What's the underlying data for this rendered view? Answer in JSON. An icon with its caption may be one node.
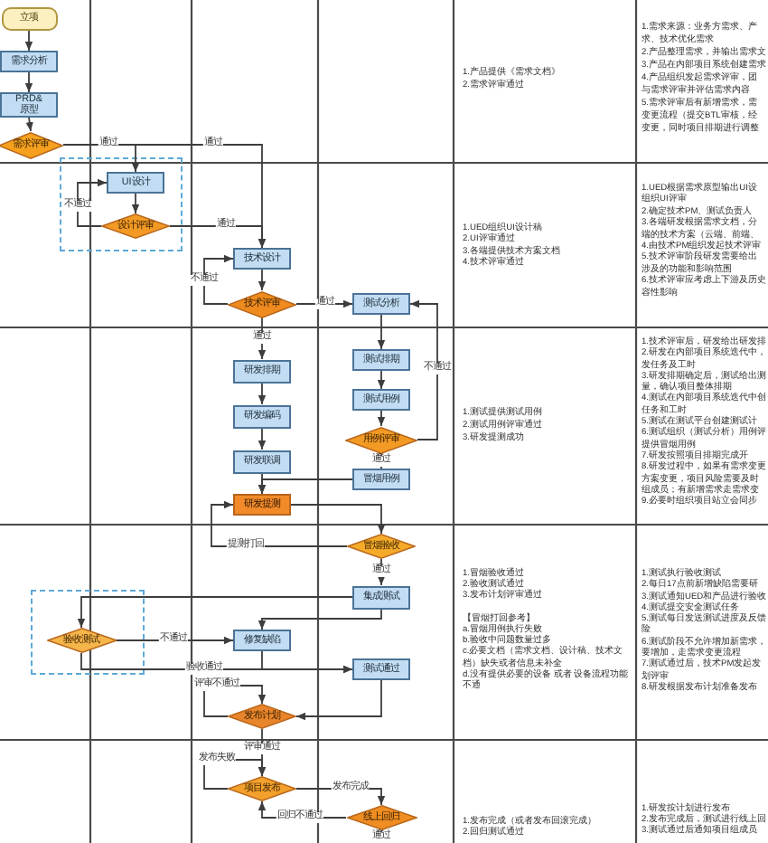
{
  "diagram": {
    "nodes": [
      {
        "text": [
          "立项"
        ]
      },
      {
        "text": [
          "需求分析"
        ]
      },
      {
        "text": [
          "PRD&原型"
        ]
      },
      {
        "text": [
          "需求评审"
        ]
      },
      {
        "text": [],
        "shape": "box"
      },
      {
        "text": [
          "UI设计"
        ],
        "in": 4
      },
      {
        "text": [
          "设计评审"
        ],
        "in": 4
      },
      {
        "text": [
          "技术设计"
        ]
      },
      {
        "text": [
          "技术评审"
        ]
      },
      {
        "text": [
          "测试分析"
        ]
      },
      {
        "text": [
          "研发排期"
        ]
      },
      {
        "text": [
          "测试排期"
        ]
      },
      {
        "text": [
          "研发编码"
        ]
      },
      {
        "text": [
          "测试用例"
        ]
      },
      {
        "text": [
          "用例评审"
        ]
      },
      {
        "text": [
          "研发联调"
        ]
      },
      {
        "text": [
          "冒烟用例"
        ]
      },
      {
        "text": [
          "研发提测"
        ]
      },
      {
        "text": [
          "冒烟验收"
        ]
      },
      {
        "text": [
          "集成测试"
        ]
      },
      {
        "text": [],
        "shape": "box"
      },
      {
        "text": [
          "验收测试"
        ],
        "in": 20
      },
      {
        "text": [
          "修复缺陷"
        ]
      },
      {
        "text": [
          "测试通过"
        ]
      },
      {
        "text": [
          "发布计划"
        ]
      },
      {
        "text": [
          "项目发布"
        ]
      },
      {
        "text": [
          "线上回归"
        ]
      }
    ],
    "edges": [
      {
        "from": 0,
        "to": 1,
        "arrow": "to"
      },
      {
        "from": 1,
        "to": 2,
        "arrow": "to"
      },
      {
        "from": 2,
        "to": 3,
        "arrow": "to"
      },
      {
        "from": 3,
        "to": 5,
        "arrow": "to",
        "label": "通过"
      },
      {
        "from": 3,
        "to": 7,
        "arrow": "to",
        "label": "通过"
      },
      {
        "from": 5,
        "to": 6,
        "arrow": "to"
      },
      {
        "from": 6,
        "to": 5,
        "arrow": "to",
        "label": "不通过"
      },
      {
        "from": 6,
        "to": 7,
        "arrow": "to",
        "label": "通过"
      },
      {
        "from": 7,
        "to": 8,
        "arrow": "to"
      },
      {
        "from": 8,
        "to": 7,
        "arrow": "to",
        "label": "不通过"
      },
      {
        "from": 8,
        "to": 9,
        "arrow": "to",
        "label": "通过"
      },
      {
        "from": 8,
        "to": 10,
        "arrow": "to",
        "label": "通过"
      },
      {
        "from": 10,
        "to": 12,
        "arrow": "to"
      },
      {
        "from": 12,
        "to": 15,
        "arrow": "to"
      },
      {
        "from": 15,
        "to": 17,
        "arrow": "to"
      },
      {
        "from": 9,
        "to": 11,
        "arrow": "to"
      },
      {
        "from": 11,
        "to": 13,
        "arrow": "to"
      },
      {
        "from": 13,
        "to": 14,
        "arrow": "to"
      },
      {
        "from": 14,
        "to": 9,
        "arrow": "to",
        "label": "不通过"
      },
      {
        "from": 14,
        "to": 16,
        "arrow": "to",
        "label": "通过"
      },
      {
        "from": 16,
        "to": 17,
        "arrow": "to"
      },
      {
        "from": 17,
        "to": 18,
        "arrow": "to"
      },
      {
        "from": 18,
        "to": 17,
        "arrow": "to",
        "label": "提测打回"
      },
      {
        "from": 18,
        "to": 19,
        "arrow": "to",
        "label": "通过"
      },
      {
        "from": 19,
        "to": 21,
        "arrow": "to"
      },
      {
        "from": 19,
        "to": 22,
        "arrow": "to"
      },
      {
        "from": 21,
        "to": 22,
        "arrow": "to",
        "label": "不通过"
      },
      {
        "from": 21,
        "to": 23,
        "arrow": "to",
        "label": "验收通过"
      },
      {
        "from": 22,
        "to": 23,
        "arrow": "to"
      },
      {
        "from": 23,
        "to": 24,
        "arrow": "to"
      },
      {
        "from": 24,
        "to": 24,
        "arrow": "to",
        "label": "评审不通过"
      },
      {
        "from": 24,
        "to": 25,
        "arrow": "to",
        "label": "评审通过"
      },
      {
        "from": 25,
        "to": 25,
        "arrow": "to",
        "label": "发布失败"
      },
      {
        "from": 25,
        "to": 26,
        "arrow": "to",
        "label": "发布完成"
      },
      {
        "from": 26,
        "to": 25,
        "arrow": "to",
        "label": "回归不通过"
      },
      {
        "from": 26,
        "to": null,
        "arrow": "none",
        "label": "通过"
      }
    ],
    "labels": [
      "1.产品提供《需求文档》",
      "2.需求评审通过",
      "1.需求来源：业务方需求、产",
      "求、技术优化需求",
      "2.产品整理需求，并输出需求文",
      "3.产品在内部项目系统创建需求",
      "4.产品组织发起需求评审，团",
      "与需求评审并评估需求内容",
      "5.需求评审后有新增需求，需",
      "变更流程（提交BTL审核，经",
      "变更，同时项目排期进行调整",
      "1.UED组织UI设计稿",
      "2.UI评审通过",
      "3.各端提供技术方案文档",
      "4.技术评审通过",
      "1.UED根据需求原型输出UI设",
      "组织UI评审",
      "2.确定技术PM、测试负责人",
      "3.各端研发根据需求文档，分",
      "端的技术方案（云端、前端、",
      "4.由技术PM组织发起技术评审",
      "5.技术评审阶段研发需要给出",
      "涉及的功能和影响范围",
      "6.技术评审应考虑上下游及历史",
      "容性影响",
      "1.测试提供测试用例",
      "2.测试用例评审通过",
      "3.研发提测成功",
      "1.技术评审后，研发给出研发排",
      "2.研发在内部项目系统迭代中，",
      "发任务及工时",
      "3.研发排期确定后，测试给出测",
      "量，确认项目整体排期",
      "4.测试在内部项目系统迭代中创",
      "任务和工时",
      "5.测试在测试平台创建测试计",
      "6.测试组织（测试分析）用例评",
      "提供冒烟用例",
      "7.研发按照项目排期完成开",
      "8.研发过程中，如果有需求变更",
      "方案变更，项目风险需要及时",
      "组成员；有新增需求走需求变",
      "9.必要时组织项目站立会同步",
      "1.冒烟验收通过",
      "2.验收测试通过",
      "3.发布计划评审通过",
      "【冒烟打回参考】",
      "a.冒烟用例执行失败",
      "b.验收中问题数量过多",
      "c.必要文档（需求文档、设计稿、技术文档）缺失或者信息未补全",
      "d.没有提供必要的设备 或者 设备流程功能不通",
      "1.测试执行验收测试",
      "2.每日17点前新增缺陷需要研",
      "3.测试通知UED和产品进行验收",
      "4.测试提交安全测试任务",
      "5.测试每日发送测试进度及反馈",
      "险",
      "6.测试阶段不允许增加新需求，",
      "要增加，走需求变更流程",
      "7.测试通过后，技术PM发起发",
      "划评审",
      "8.研发根据发布计划准备发布",
      "1.发布完成（或者发布回滚完成）",
      "2.回归测试通过",
      "1.研发按计划进行发布",
      "2.发布完成后，测试进行线上回",
      "3.测试通过后通知项目组成员"
    ]
  }
}
